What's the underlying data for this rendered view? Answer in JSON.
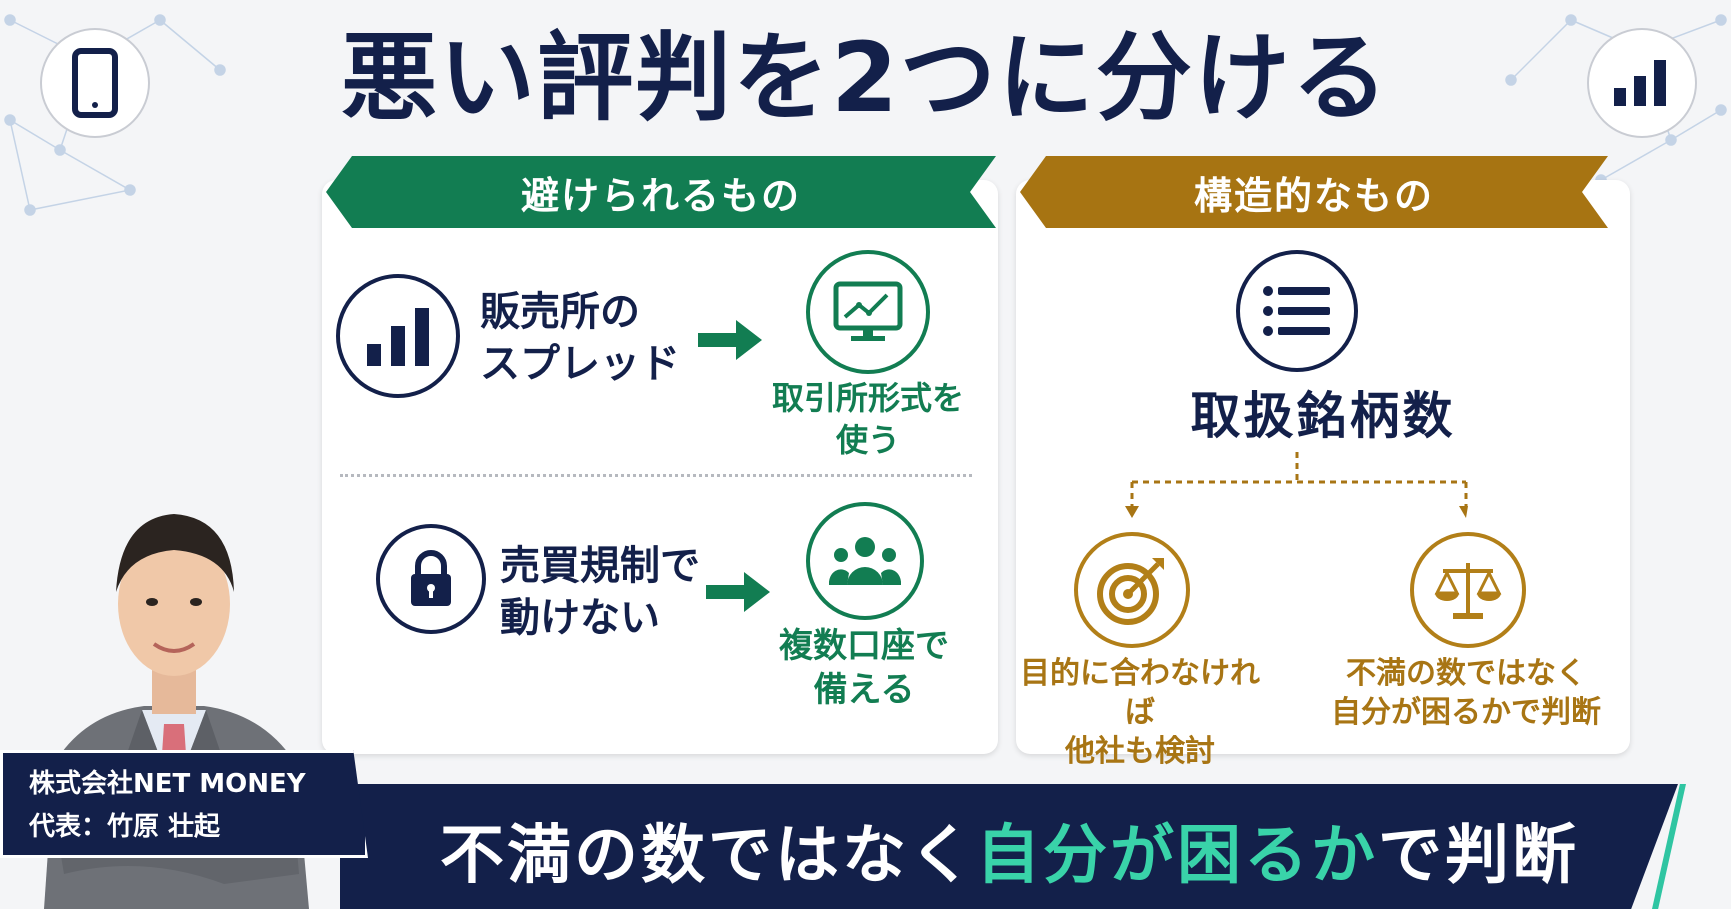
{
  "title": "悪い評判を2つに分ける",
  "left_section": {
    "header": "避けられるもの",
    "item1": {
      "problem_line1": "販売所の",
      "problem_line2": "スプレッド",
      "solution_line1": "取引所形式を",
      "solution_line2": "使う",
      "problem_icon": "bar-chart-icon",
      "solution_icon": "monitor-chart-icon"
    },
    "item2": {
      "problem_line1": "売買規制で",
      "problem_line2": "動けない",
      "solution_line1": "複数口座で",
      "solution_line2": "備える",
      "problem_icon": "lock-icon",
      "solution_icon": "group-icon"
    }
  },
  "right_section": {
    "header": "構造的なもの",
    "center_label": "取扱銘柄数",
    "center_icon": "list-icon",
    "branch1": {
      "line1": "目的に合わなければ",
      "line2": "他社も検討",
      "icon": "target-icon"
    },
    "branch2": {
      "line1": "不満の数ではなく",
      "line2": "自分が困るかで判断",
      "icon": "scale-icon"
    }
  },
  "bottom_banner": {
    "part1": "不満の数ではなく",
    "highlight": "自分が困るか",
    "part2": "で判断"
  },
  "presenter": {
    "company": "株式会社NET MONEY",
    "role_name": "代表：竹原 壮起"
  },
  "corner_icons": {
    "left": "smartphone-icon",
    "right": "signal-bars-icon"
  },
  "colors": {
    "navy": "#13204a",
    "green": "#127d52",
    "gold": "#a77412",
    "highlight": "#39d3a9"
  }
}
